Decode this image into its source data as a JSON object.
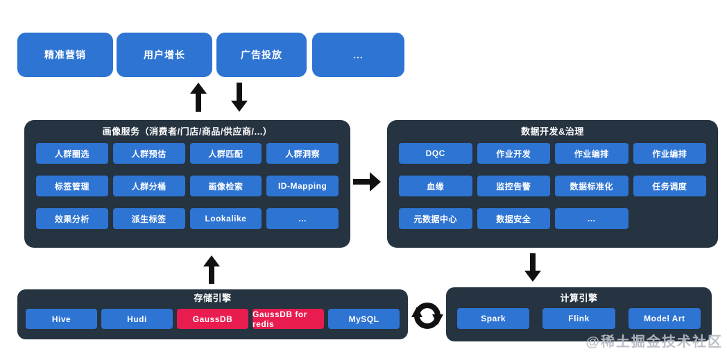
{
  "colors": {
    "button_blue": "#2E74D3",
    "button_red": "#E81C4F",
    "panel_dark": "#263340",
    "arrow_black": "#111111",
    "text_white": "#FFFFFF",
    "watermark_gray": "#B7BCC2",
    "background": "#FFFFFF"
  },
  "icons": {
    "up_arrow": "up-arrow",
    "down_arrow": "down-arrow",
    "right_arrow": "right-arrow",
    "sync": "sync-cycle"
  },
  "top_row": {
    "items": [
      {
        "label": "精准营销"
      },
      {
        "label": "用户增长"
      },
      {
        "label": "广告投放"
      },
      {
        "label": "..."
      }
    ]
  },
  "portrait_service": {
    "title": "画像服务（消费者/门店/商品/供应商/...）",
    "rows": [
      [
        {
          "label": "人群圈选"
        },
        {
          "label": "人群预估"
        },
        {
          "label": "人群匹配"
        },
        {
          "label": "人群洞察"
        }
      ],
      [
        {
          "label": "标签管理"
        },
        {
          "label": "人群分桶"
        },
        {
          "label": "画像检索"
        },
        {
          "label": "ID-Mapping"
        }
      ],
      [
        {
          "label": "效果分析"
        },
        {
          "label": "派生标签"
        },
        {
          "label": "Lookalike"
        },
        {
          "label": "..."
        }
      ]
    ]
  },
  "data_dev": {
    "title": "数据开发&治理",
    "rows": [
      [
        {
          "label": "DQC"
        },
        {
          "label": "作业开发"
        },
        {
          "label": "作业编排"
        },
        {
          "label": "作业编排"
        }
      ],
      [
        {
          "label": "血缘"
        },
        {
          "label": "监控告警"
        },
        {
          "label": "数据标准化"
        },
        {
          "label": "任务调度"
        }
      ],
      [
        {
          "label": "元数据中心"
        },
        {
          "label": "数据安全"
        },
        {
          "label": "..."
        }
      ]
    ]
  },
  "storage": {
    "title": "存储引擎",
    "items": [
      {
        "label": "Hive",
        "variant": "blue"
      },
      {
        "label": "Hudi",
        "variant": "blue"
      },
      {
        "label": "GaussDB",
        "variant": "red"
      },
      {
        "label": "GaussDB for redis",
        "variant": "red"
      },
      {
        "label": "MySQL",
        "variant": "blue"
      }
    ]
  },
  "compute": {
    "title": "计算引擎",
    "items": [
      {
        "label": "Spark"
      },
      {
        "label": "Flink"
      },
      {
        "label": "Model Art"
      }
    ]
  },
  "watermark": "@稀土掘金技术社区"
}
